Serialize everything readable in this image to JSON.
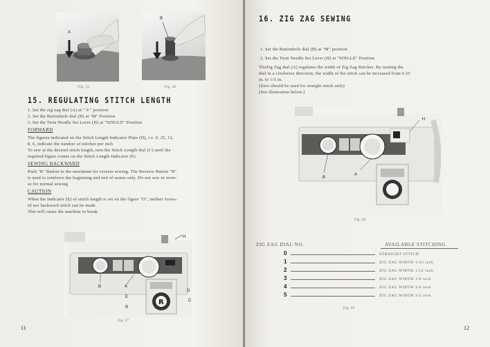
{
  "left_page": {
    "fig25_caption": "Fig. 25",
    "fig26_caption": "Fig. 26",
    "fig25_label": "A",
    "fig26_label": "B",
    "heading": "15. REGULATING STITCH LENGTH",
    "steps": [
      "1.  Set the zig zag dial (A) at \" 0 \" position",
      "2.  Set the Buttonhole dial (B) at \"M\" Position",
      "3.  Set the Twin Needle Set Lever (H) at \"SINGLE\" Position"
    ],
    "forward_heading": "FORWARD",
    "forward_lines": [
      "The figures indicated on the Stitch Length Indicator Plate (D), i.e. 0, 25, 12,",
      "8, 6, indicate the number of stitches per inch",
      "To sew at the desired stitch length, turn the Stitch Length dial (C) until the",
      "required figure comes on the Stitch Length Indicator (E)"
    ],
    "backward_heading": "SEWING BACKWARD",
    "backward_lines": [
      "Push \"R\" Button to the maximum for reverse sewing. The Reverse Button \"R\"",
      "is used to reinforce the beginning and end of seams only. Do not sew in rever-",
      "se for normal sewing"
    ],
    "caution_heading": "CAUTION",
    "caution_lines": [
      "When the Indicator (E) of stitch length is set on the figure \"O\", neither forwa-",
      "rd nor backward stitch can be made",
      "This will cause the machine to break"
    ],
    "fig27_caption": "Fig. 27",
    "fig27_labels": {
      "h": "H",
      "b": "B",
      "a": "A",
      "d": "D",
      "e": "E",
      "c": "C",
      "r": "R"
    },
    "page_number": "11"
  },
  "right_page": {
    "heading": "16. ZIG ZAG SEWING",
    "steps": [
      "1.  Set the Buttonhole dial (B) at \"M\" position",
      "2.  Set the Twin Needle Set Lever (H) at \"SINGLE\" Position"
    ],
    "body_lines": [
      "TheZig Zag dial (A) regulates the width of Zig Zag Stitches. By turning the",
      "dial in a clockwise direction, the width of the stitch can be increased from 0 25",
      "in. to 1/5 in.",
      "(Zero should be used for straight stitch only)",
      "(See illustration below.)"
    ],
    "fig28_caption": "Fig. 28",
    "fig28_labels": {
      "h": "H",
      "b": "B",
      "a": "A"
    },
    "table_header_left": "ZIG ZAG DIAL NO.",
    "table_header_right": "AVAILABLE STITCHING",
    "table_rows": [
      {
        "dial": "0",
        "stitch": "STRAIGHT STITCH"
      },
      {
        "dial": "1",
        "stitch": "ZIG ZAG WIDTH 1/25 inch"
      },
      {
        "dial": "2",
        "stitch": "ZIG ZAG WIDTH 1/12 inch"
      },
      {
        "dial": "3",
        "stitch": "ZIG ZAG WIDTH 1/8 inch"
      },
      {
        "dial": "4",
        "stitch": "ZIG ZAG WIDTH 1/6 inch"
      },
      {
        "dial": "5",
        "stitch": "ZIG ZAG WIDTH 1/5 inch"
      }
    ],
    "fig29_caption": "Fig. 29",
    "page_number": "12"
  }
}
